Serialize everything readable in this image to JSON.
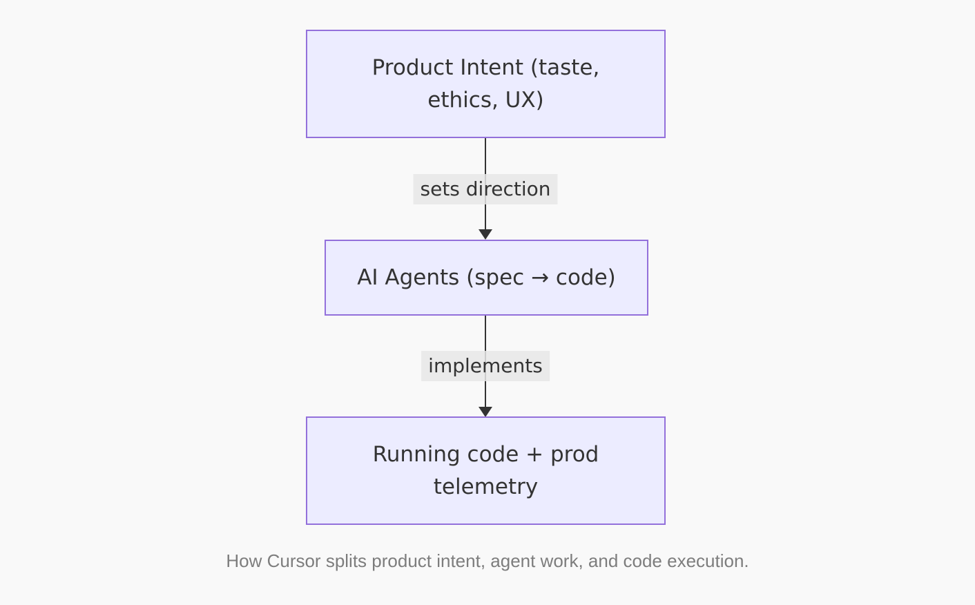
{
  "diagram": {
    "type": "flowchart-top-down",
    "nodes": [
      {
        "id": "product-intent",
        "label": "Product Intent (taste, ethics, UX)"
      },
      {
        "id": "ai-agents",
        "label": "AI Agents (spec → code)"
      },
      {
        "id": "running-code",
        "label": "Running code + prod telemetry"
      }
    ],
    "edges": [
      {
        "from": "product-intent",
        "to": "ai-agents",
        "label": "sets direction"
      },
      {
        "from": "ai-agents",
        "to": "running-code",
        "label": "implements"
      }
    ],
    "colors": {
      "background": "#f9f9f9",
      "node_fill": "#ECECFF",
      "node_border": "#9370DB",
      "node_text": "#333333",
      "edge_line": "#333333",
      "edge_label_bg": "#e8e8e8",
      "caption_text": "#7d7d7d"
    }
  },
  "caption": "How Cursor splits product intent, agent work, and code execution."
}
